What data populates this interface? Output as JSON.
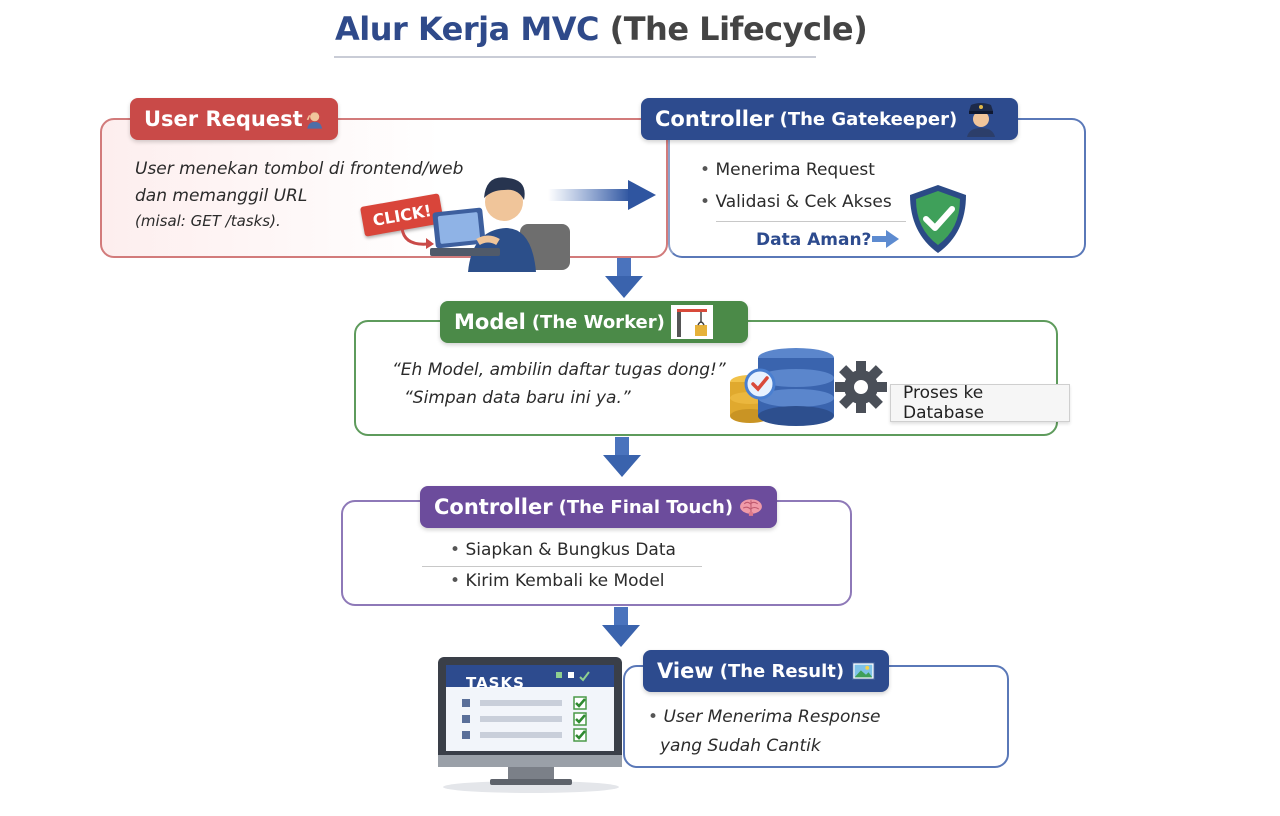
{
  "title": {
    "main": "Alur Kerja MVC",
    "sub": "(The Lifecycle)"
  },
  "user_request": {
    "header": "User Request",
    "lines": [
      "User menekan tombol di frontend/web",
      "dan memanggil URL",
      "(misal: GET /tasks)."
    ],
    "click_label": "CLICK!"
  },
  "gatekeeper": {
    "header": "Controller",
    "header_sub": "(The Gatekeeper)",
    "bullets": [
      "Menerima Request",
      "Validasi & Cek Akses"
    ],
    "check_label": "Data Aman?"
  },
  "model": {
    "header": "Model",
    "header_sub": "(The Worker)",
    "quotes": [
      "“Eh Model, ambilin daftar tugas dong!”",
      "“Simpan data baru ini ya.”"
    ],
    "db_label": "Proses ke Database"
  },
  "final": {
    "header": "Controller",
    "header_sub": "(The Final Touch)",
    "bullets": [
      "Siapkan & Bungkus Data",
      "Kirim Kembali ke Model"
    ]
  },
  "view": {
    "header": "View",
    "header_sub": "(The Result)",
    "lines": [
      "User Menerima Response",
      "yang Sudah Cantik"
    ],
    "screen_title": "TASKS"
  },
  "colors": {
    "request": "#c94a48",
    "controller": "#2d4b8e",
    "model": "#4b8a48",
    "final": "#6c4c9c",
    "arrow": "#3d67b5"
  },
  "icons": [
    "user-avatar-icon",
    "police-icon",
    "crane-icon",
    "brain-icon",
    "image-icon",
    "shield-check-icon",
    "database-icon",
    "gear-icon",
    "monitor-icon",
    "laptop-user-illustration"
  ]
}
